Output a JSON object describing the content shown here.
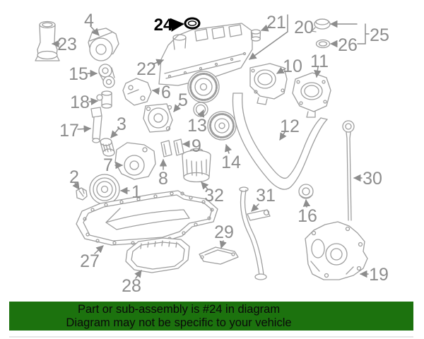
{
  "diagram": {
    "description": "Engine parts exploded diagram",
    "callouts": [
      "1",
      "2",
      "3",
      "4",
      "5",
      "6",
      "7",
      "8",
      "9",
      "10",
      "11",
      "12",
      "13",
      "14",
      "15",
      "16",
      "17",
      "18",
      "19",
      "20",
      "21",
      "22",
      "23",
      "24",
      "25",
      "26",
      "27",
      "28",
      "29",
      "30",
      "31",
      "32"
    ],
    "highlighted_callout": "24",
    "line_color": "#9e9e9e",
    "label_color": "#8d8d8d",
    "highlight_color": "#000000"
  },
  "banner": {
    "line1": "Part or sub-assembly is #24 in diagram",
    "line2": "Diagram may not be specific to your vehicle",
    "background_color": "#1c720e",
    "text_color": "#0a0a0a"
  }
}
